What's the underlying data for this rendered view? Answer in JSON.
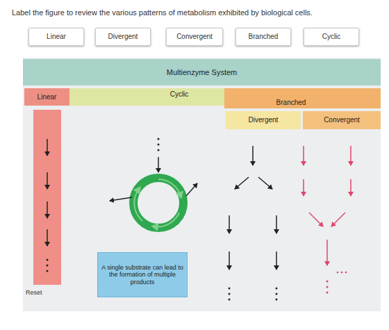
{
  "diagram": {
    "title": "Label the figure to review the various patterns of metabolism exhibited by biological cells.",
    "nodes": [
      {
        "text": [
          "Linear"
        ]
      },
      {
        "text": [
          "Divergent"
        ]
      },
      {
        "text": [
          "Convergent"
        ]
      },
      {
        "text": [
          "Branched"
        ]
      },
      {
        "text": [
          "Cyclic"
        ]
      },
      {
        "text": [
          "Multienzyme System"
        ]
      },
      {
        "text": [
          "Linear"
        ]
      },
      {
        "text": [
          "Cyclic"
        ]
      },
      {
        "text": [
          "Branched"
        ]
      },
      {
        "text": [
          "Divergent"
        ]
      },
      {
        "text": [
          "Convergent"
        ]
      },
      {
        "text": [
          "A single substrate can lead to the formation of multiple products"
        ]
      }
    ],
    "labels": [
      "Reset"
    ]
  }
}
